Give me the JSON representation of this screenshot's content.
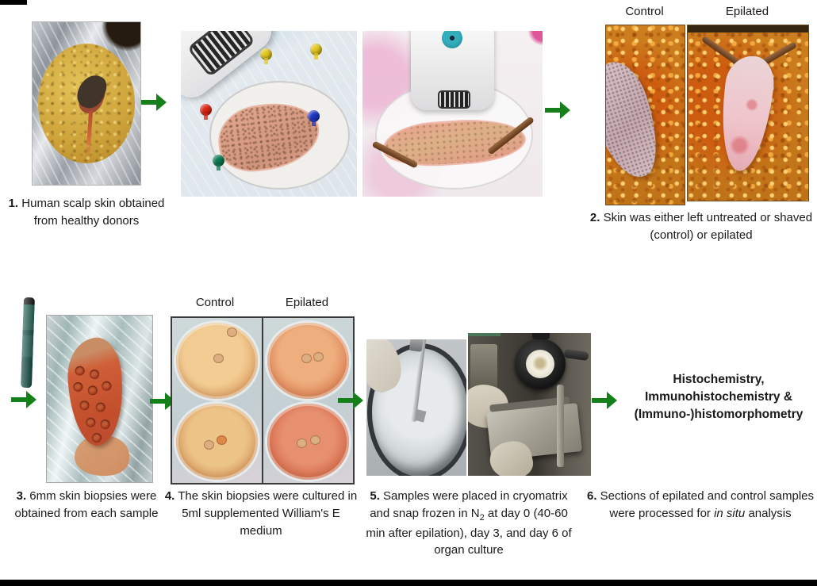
{
  "colors": {
    "arrow": "#15801a",
    "text": "#1a1a1a",
    "page-bg": "#ffffff",
    "frame-bar": "#000000"
  },
  "labels": {
    "skin_control": "Control",
    "skin_epilated": "Epilated",
    "dish_control": "Control",
    "dish_epilated": "Epilated"
  },
  "result": {
    "text": "Histochemistry,\nImmunohistochemistry &\n(Immuno-)histomorphometry"
  },
  "steps": [
    {
      "num": "1.",
      "text": " Human scalp skin obtained from healthy donors"
    },
    {
      "num": "2.",
      "text": " Skin was either left untreated or shaved (control) or epilated"
    },
    {
      "num": "3.",
      "text": " 6mm skin biopsies were obtained  from each sample"
    },
    {
      "num": "4.",
      "text": " The skin biopsies were cultured in 5ml supplemented William's E medium"
    },
    {
      "num": "5.",
      "text_pre": " Samples were placed in cryomatrix and snap frozen in N",
      "subscript": "2",
      "text_post": " at day 0 (40-60 min after epilation), day 3, and day 6 of organ culture"
    },
    {
      "num": "6.",
      "text_pre": " Sections of epilated and control samples were processed for ",
      "italic": "in situ",
      "text_post": " analysis"
    }
  ]
}
